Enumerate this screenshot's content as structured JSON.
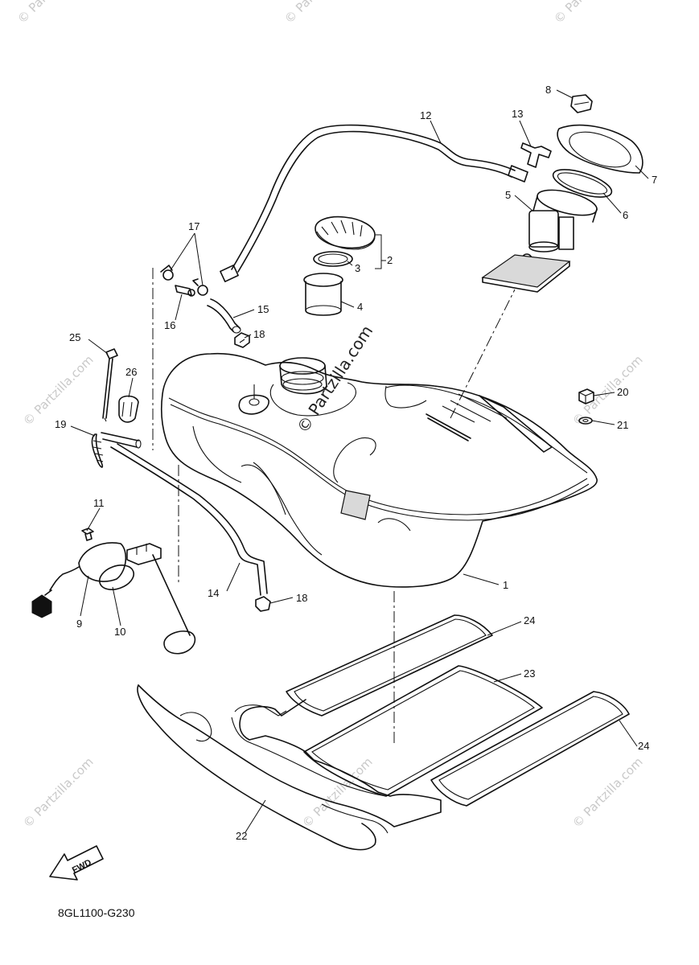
{
  "diagram_code": "8GL1100-G230",
  "fwd_label": "FWD",
  "watermark_text": "© Partzilla.com",
  "callouts": [
    {
      "id": "c8",
      "label": "8"
    },
    {
      "id": "c12",
      "label": "12"
    },
    {
      "id": "c13",
      "label": "13"
    },
    {
      "id": "c7",
      "label": "7"
    },
    {
      "id": "c6",
      "label": "6"
    },
    {
      "id": "c5",
      "label": "5"
    },
    {
      "id": "c2",
      "label": "2"
    },
    {
      "id": "c3",
      "label": "3"
    },
    {
      "id": "c4",
      "label": "4"
    },
    {
      "id": "c17",
      "label": "17"
    },
    {
      "id": "c16",
      "label": "16"
    },
    {
      "id": "c15",
      "label": "15"
    },
    {
      "id": "c18a",
      "label": "18"
    },
    {
      "id": "c25",
      "label": "25"
    },
    {
      "id": "c26",
      "label": "26"
    },
    {
      "id": "c19",
      "label": "19"
    },
    {
      "id": "c20",
      "label": "20"
    },
    {
      "id": "c21",
      "label": "21"
    },
    {
      "id": "c11",
      "label": "11"
    },
    {
      "id": "c1",
      "label": "1"
    },
    {
      "id": "c14",
      "label": "14"
    },
    {
      "id": "c18b",
      "label": "18"
    },
    {
      "id": "c9",
      "label": "9"
    },
    {
      "id": "c10",
      "label": "10"
    },
    {
      "id": "c24a",
      "label": "24"
    },
    {
      "id": "c23",
      "label": "23"
    },
    {
      "id": "c24b",
      "label": "24"
    },
    {
      "id": "c22",
      "label": "22"
    }
  ]
}
